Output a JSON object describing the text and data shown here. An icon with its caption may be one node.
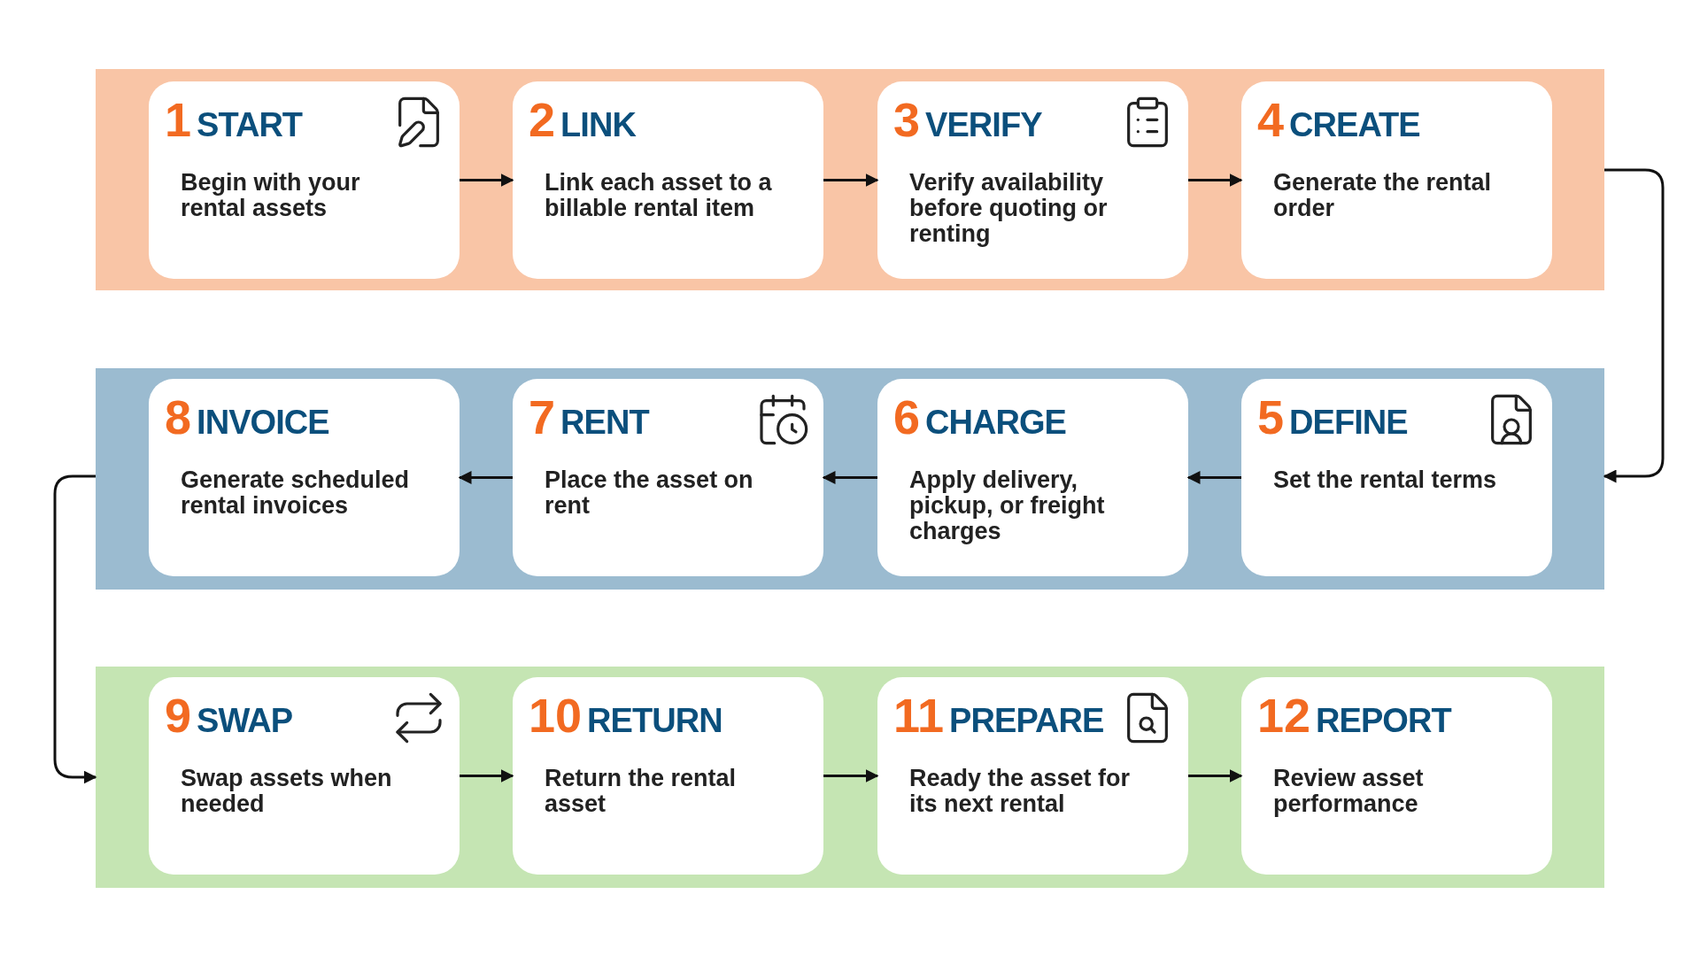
{
  "diagram": {
    "nodes": [
      {
        "text": [],
        "shape": "band"
      },
      {
        "text": [
          "1",
          "START",
          "Begin with your rental assets"
        ],
        "in": 0
      },
      {
        "text": [
          "2",
          "LINK",
          "Link each asset to a billable rental item"
        ],
        "in": 0
      },
      {
        "text": [
          "3",
          "VERIFY",
          "Verify availability before quoting or renting"
        ],
        "in": 0
      },
      {
        "text": [
          "4",
          "CREATE",
          "Generate the rental order"
        ],
        "in": 0
      },
      {
        "text": [],
        "shape": "band"
      },
      {
        "text": [
          "5",
          "DEFINE",
          "Set the rental terms"
        ],
        "in": 5
      },
      {
        "text": [
          "6",
          "CHARGE",
          "Apply delivery, pickup, or freight charges"
        ],
        "in": 5
      },
      {
        "text": [
          "7",
          "RENT",
          "Place the asset on rent"
        ],
        "in": 5
      },
      {
        "text": [
          "8",
          "INVOICE",
          "Generate scheduled rental invoices"
        ],
        "in": 5
      },
      {
        "text": [],
        "shape": "band"
      },
      {
        "text": [
          "9",
          "SWAP",
          "Swap assets when needed"
        ],
        "in": 10
      },
      {
        "text": [
          "10",
          "RETURN",
          "Return the rental asset"
        ],
        "in": 10
      },
      {
        "text": [
          "11",
          "PREPARE",
          "Ready the asset for its next rental"
        ],
        "in": 10
      },
      {
        "text": [
          "12",
          "REPORT",
          "Review asset performance"
        ],
        "in": 10
      }
    ],
    "edges": [
      {
        "from": 1,
        "to": 2,
        "arrow": "to"
      },
      {
        "from": 2,
        "to": 3,
        "arrow": "to"
      },
      {
        "from": 3,
        "to": 4,
        "arrow": "to"
      },
      {
        "from": 0,
        "to": 5,
        "arrow": "to"
      },
      {
        "from": 6,
        "to": 7,
        "arrow": "to"
      },
      {
        "from": 7,
        "to": 8,
        "arrow": "to"
      },
      {
        "from": 8,
        "to": 9,
        "arrow": "to"
      },
      {
        "from": 5,
        "to": 10,
        "arrow": "to"
      },
      {
        "from": 11,
        "to": 12,
        "arrow": "to"
      },
      {
        "from": 12,
        "to": 13,
        "arrow": "to"
      },
      {
        "from": 13,
        "to": 14,
        "arrow": "to"
      }
    ]
  }
}
